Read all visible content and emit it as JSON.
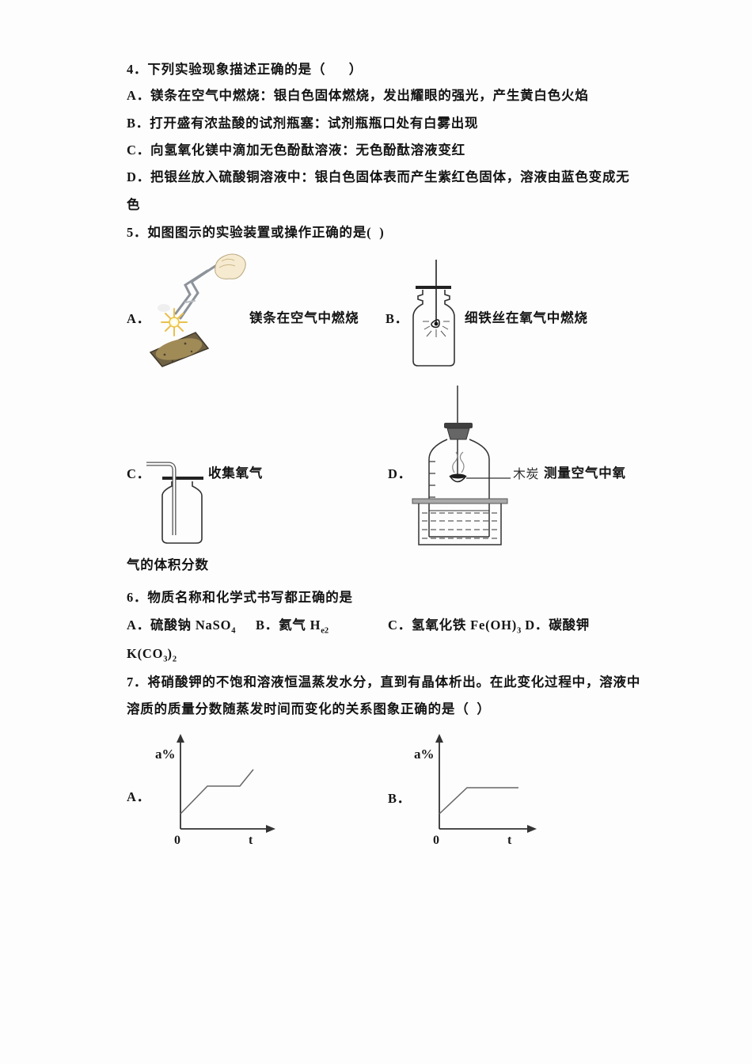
{
  "q4": {
    "stem": "4．下列实验现象描述正确的是（      ）",
    "a": "A．镁条在空气中燃烧：银白色固体燃烧，发出耀眼的强光，产生黄白色火焰",
    "b": "B．打开盛有浓盐酸的试剂瓶塞：试剂瓶瓶口处有白雾出现",
    "c": "C．向氢氧化镁中滴加无色酚酞溶液：无色酚酞溶液变红",
    "d": "D．把银丝放入硫酸铜溶液中：银白色固体表而产生紫红色固体，溶液由蓝色变成无",
    "d_wrap": "色"
  },
  "q5": {
    "stem": "5．如图图示的实验装置或操作正确的是(  )",
    "options": {
      "a": {
        "label": "A．",
        "caption": "镁条在空气中燃烧"
      },
      "b": {
        "label": "B．",
        "caption": "细铁丝在氧气中燃烧"
      },
      "c": {
        "label": "C．",
        "caption": "收集氧气"
      },
      "d": {
        "label": "D．",
        "annotation": "木炭",
        "caption": "测量空气中氧",
        "caption_wrap": "气的体积分数"
      }
    }
  },
  "q6": {
    "stem": "6．物质名称和化学式书写都正确的是",
    "a": {
      "text": "A．硫酸钠 NaSO",
      "sub": "4"
    },
    "b": {
      "text": "B．氦气 H",
      "sub": "e2"
    },
    "c": {
      "t1": "C．氢氧化铁 Fe(OH)",
      "s1": "3",
      "t2": " D．碳酸钾"
    },
    "wrap": {
      "t1": "K(CO",
      "s1": "3",
      "t2": ")",
      "s2": "2"
    }
  },
  "q7": {
    "stem1": "7．将硝酸钾的不饱和溶液恒温蒸发水分，直到有晶体析出。在此变化过程中，溶液中",
    "stem2": "溶质的质量分数随蒸发时间而变化的关系图象正确的是（  ）",
    "label_a": "A．",
    "label_b": "B．"
  },
  "chart_data": [
    {
      "type": "line",
      "option": "A",
      "title": "选项A：溶质质量分数随蒸发时间变化",
      "xlabel": "t",
      "ylabel": "a%",
      "origin_label": "0",
      "x_rel": [
        0,
        0.36,
        0.8,
        0.98
      ],
      "y_rel": [
        0.17,
        0.48,
        0.48,
        0.67
      ],
      "shape": "starts above zero, rises, plateaus, then rises again",
      "grid": false,
      "axis_color": "#333333",
      "line_color": "#666666"
    },
    {
      "type": "line",
      "option": "B",
      "title": "选项B：溶质质量分数随蒸发时间变化",
      "xlabel": "t",
      "ylabel": "a%",
      "origin_label": "0",
      "x_rel": [
        0,
        0.3,
        0.88
      ],
      "y_rel": [
        0.17,
        0.46,
        0.46
      ],
      "shape": "starts above zero, rises, then stays constant",
      "grid": false,
      "axis_color": "#333333",
      "line_color": "#666666"
    }
  ]
}
